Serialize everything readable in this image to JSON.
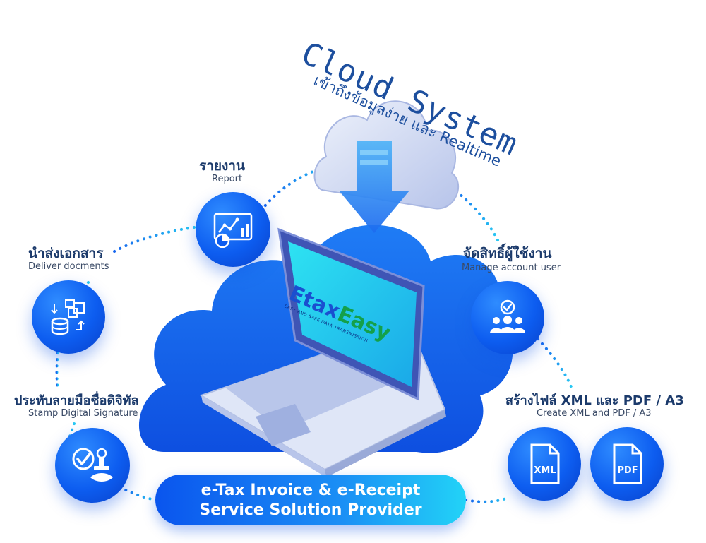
{
  "cloud": {
    "title": "Cloud System",
    "subtitle": "เข้าถึงข้อมูลง่าย และ Realtime"
  },
  "features": {
    "report": {
      "th": "รายงาน",
      "en": "Report",
      "icon": "report-chart-icon"
    },
    "deliver": {
      "th": "นำส่งเอกสาร",
      "en": "Deliver docments",
      "icon": "document-delivery-icon"
    },
    "signature": {
      "th": "ประทับลายมือชื่อดิจิทัล",
      "en": "Stamp Digital Signature",
      "icon": "stamp-icon"
    },
    "account": {
      "th": "จัดสิทธิ์ผู้ใช้งาน",
      "en": "Manage account user",
      "icon": "users-check-icon"
    },
    "create": {
      "th": "สร้างไฟล์ XML และ PDF / A3",
      "en": "Create XML and PDF / A3",
      "icon": "file-icons"
    }
  },
  "files": {
    "xml": "XML",
    "pdf": "PDF"
  },
  "laptop": {
    "logo_left": "Etax",
    "logo_right": "Easy",
    "tagline": "EASY AND SAFE DATA TRANSMISSION"
  },
  "banner": {
    "line1": "e-Tax Invoice & e-Receipt",
    "line2": "Service Solution Provider"
  },
  "colors": {
    "primary_blue": "#0d5df0",
    "dark_navy": "#1b3a6b",
    "cyan": "#22d3f7",
    "cloud_grey": "#c9d3ef"
  }
}
